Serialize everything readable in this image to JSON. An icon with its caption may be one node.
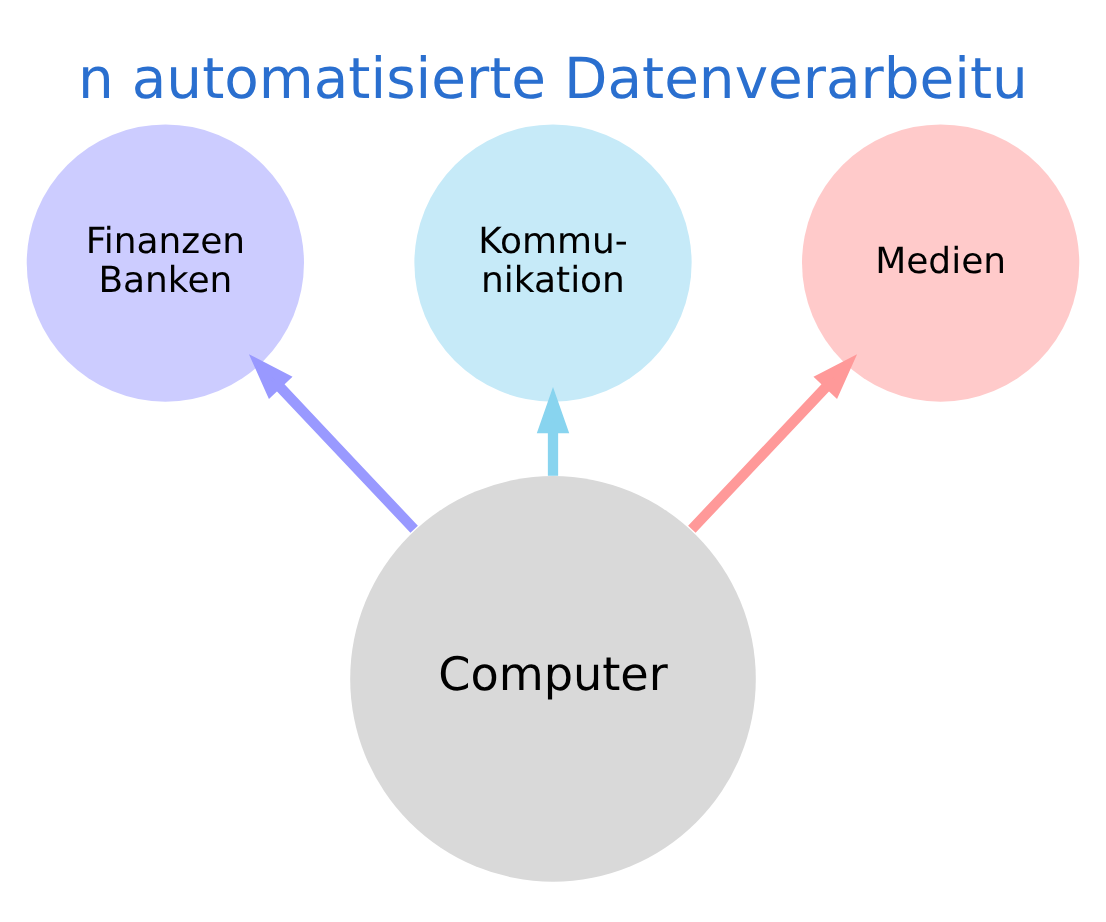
{
  "diagram": {
    "title": "n automatisierte Datenverarbeitu",
    "nodes": [
      {
        "text": [
          "Kommu- nikation"
        ]
      },
      {
        "text": [
          "Medien"
        ]
      },
      {
        "text": [
          "Finanzen Banken"
        ]
      },
      {
        "text": [
          "Computer"
        ]
      }
    ],
    "edges": [
      {
        "from": 3,
        "to": 0,
        "arrow": "to",
        "color": "#88d4ef"
      },
      {
        "from": 3,
        "to": 1,
        "arrow": "to",
        "color": "#ff9999"
      },
      {
        "from": 3,
        "to": 2,
        "arrow": "to",
        "color": "#9999ff"
      }
    ]
  }
}
